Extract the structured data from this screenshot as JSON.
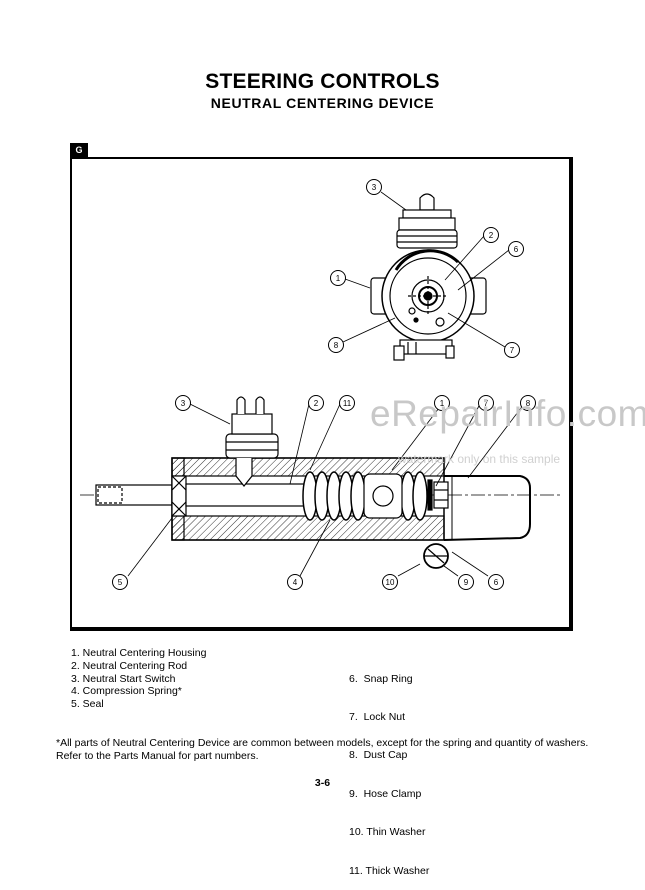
{
  "header": {
    "title": "STEERING CONTROLS",
    "subtitle": "NEUTRAL CENTERING DEVICE"
  },
  "figure": {
    "letter": "G",
    "callouts_top_view": [
      "3",
      "2",
      "6",
      "1",
      "8",
      "7"
    ],
    "callouts_section_view": [
      "3",
      "2",
      "11",
      "1",
      "7",
      "8",
      "5",
      "4",
      "10",
      "9",
      "6"
    ]
  },
  "legend": {
    "left": [
      "1. Neutral Centering Housing",
      "2. Neutral Centering Rod",
      "3. Neutral Start Switch",
      "4. Compression Spring*",
      "5. Seal"
    ],
    "right": [
      "6.  Snap Ring",
      "7.  Lock Nut",
      "8.  Dust Cap",
      "9.  Hose Clamp",
      "10. Thin Washer",
      "11. Thick Washer"
    ]
  },
  "footnote": "*All parts of Neutral Centering Device are common between models, except for the spring and quantity of washers. Refer to the Parts Manual for part numbers.",
  "page_number": "3-6",
  "watermark": {
    "main": "eRepairInfo.com",
    "sub": "watermark only on this sample"
  }
}
